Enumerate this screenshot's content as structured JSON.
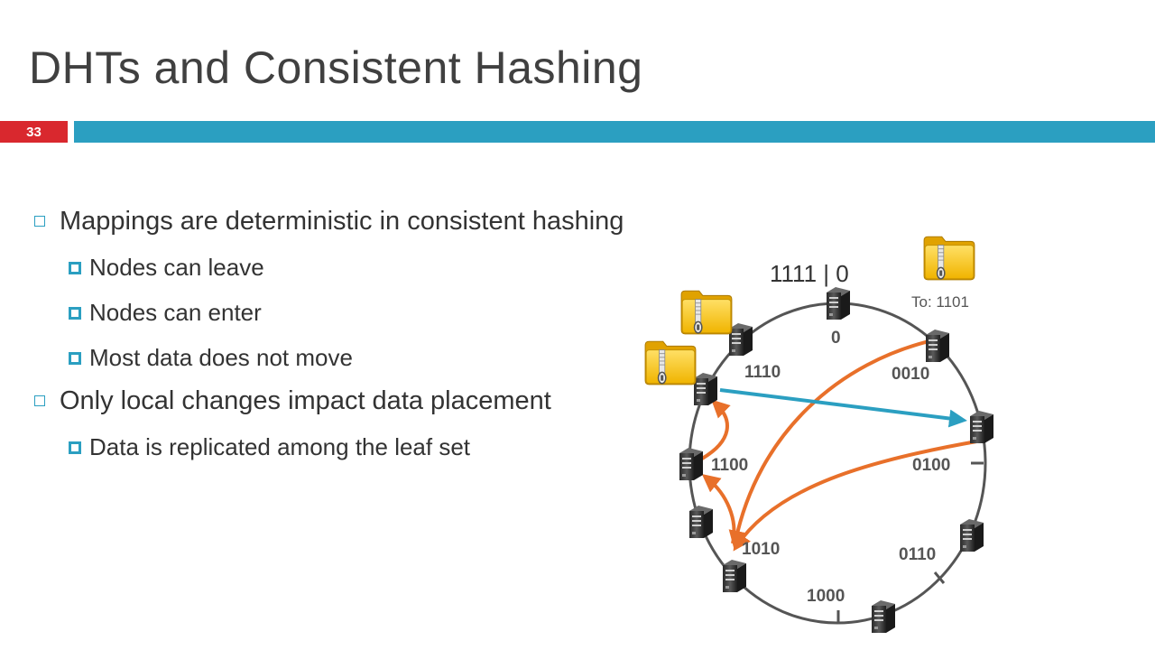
{
  "slide": {
    "title": "DHTs and Consistent Hashing",
    "number": "33"
  },
  "bullets": [
    {
      "text": "Mappings are deterministic in consistent hashing",
      "sub": [
        "Nodes can leave",
        "Nodes can enter",
        "Most data does not move"
      ]
    },
    {
      "text": "Only local changes impact data placement",
      "sub": [
        "Data is replicated among the leaf set"
      ]
    }
  ],
  "diagram": {
    "ring_top_label": "1111 | 0",
    "destination_label": "To: 1101",
    "node_labels": [
      "0",
      "0010",
      "0100",
      "0110",
      "1000",
      "1010",
      "1100",
      "1110"
    ],
    "colors": {
      "accent_bar": "#2b9fc1",
      "slide_number_badge": "#d9282e",
      "orange_arrow": "#e8702a",
      "blue_arrow": "#2b9fc1",
      "folder": "#f5c518",
      "ring": "#555555"
    },
    "icons": [
      "server-icon",
      "folder-zip-icon"
    ]
  }
}
